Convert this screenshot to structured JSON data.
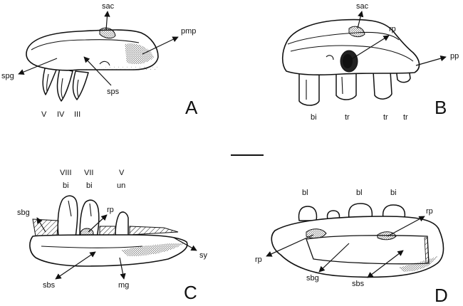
{
  "figure": {
    "panels": {
      "A": {
        "letter": "A",
        "labels": {
          "sac": "sac",
          "pmp": "pmp",
          "spg": "spg",
          "sps": "sps"
        },
        "tooth_positions": [
          "V",
          "IV",
          "III"
        ]
      },
      "B": {
        "letter": "B",
        "labels": {
          "sac": "sac",
          "rp": "rp",
          "pp": "pp"
        },
        "tooth_types": [
          "bi",
          "tr",
          "tr",
          "tr"
        ]
      },
      "C": {
        "letter": "C",
        "labels": {
          "sbg": "sbg",
          "rp": "rp",
          "sy": "sy",
          "sbs": "sbs",
          "mg": "mg"
        },
        "tooth_positions": [
          "VIII",
          "VII",
          "V"
        ],
        "tooth_types": [
          "bi",
          "bi",
          "un"
        ]
      },
      "D": {
        "letter": "D",
        "labels": {
          "rp_right": "rp",
          "rp_left": "rp",
          "sbg": "sbg",
          "sbs": "sbs"
        },
        "tooth_types": [
          "bl",
          "bl",
          "bi"
        ]
      }
    }
  }
}
